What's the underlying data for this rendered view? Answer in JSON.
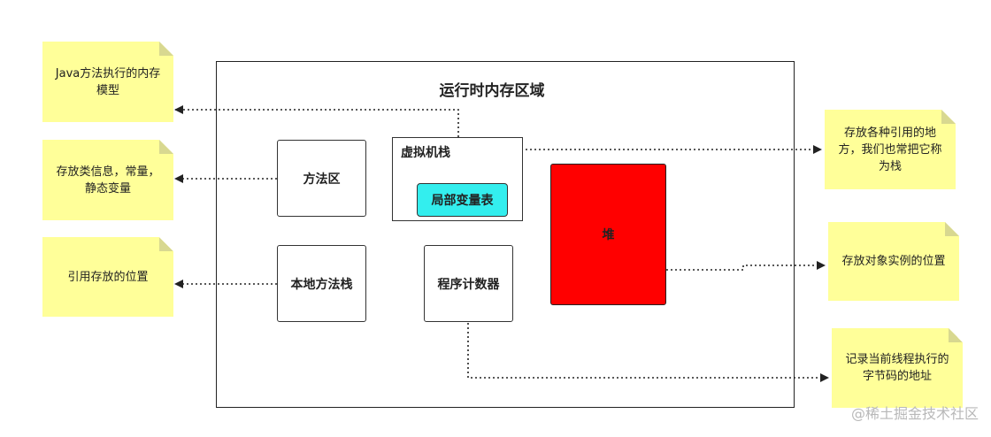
{
  "diagram": {
    "title": "运行时内存区域",
    "areas": {
      "method_area": "方法区",
      "vm_stack": "虚拟机栈",
      "local_var_table": "局部变量表",
      "native_stack": "本地方法栈",
      "pc_register": "程序计数器",
      "heap": "堆"
    },
    "notes": {
      "java_method_model": "Java方法执行的内存模型",
      "class_info": "存放类信息，常量，静态变量",
      "ref_location": "引用存放的位置",
      "ref_stack": "存放各种引用的地方，我们也常把它称为栈",
      "object_instance": "存放对象实例的位置",
      "bytecode_address": "记录当前线程执行的字节码的地址"
    },
    "colors": {
      "note_fill": "#ffff99",
      "heap_fill": "#ff0000",
      "local_var_fill": "#33eeee"
    }
  },
  "watermark": "@稀土掘金技术社区"
}
